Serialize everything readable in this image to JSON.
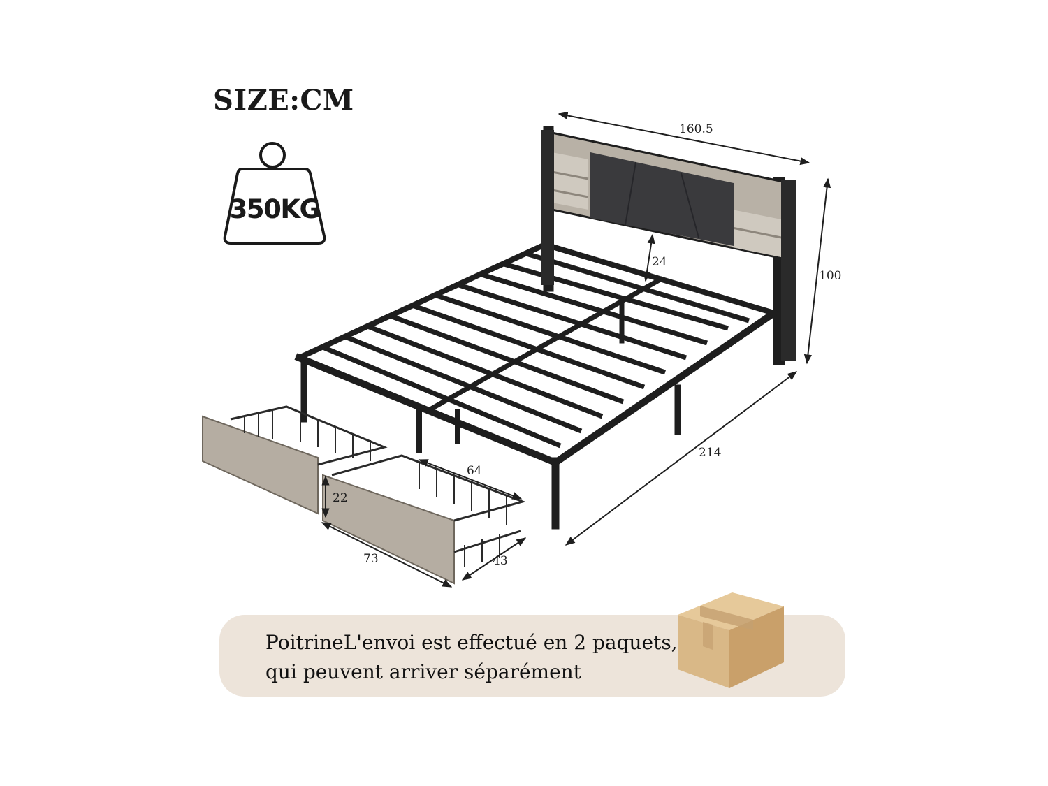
{
  "title": "SIZE:CM",
  "weight_badge": {
    "label": "350KG",
    "icon": "weight-icon"
  },
  "dimensions": {
    "headboard_width": "160.5",
    "total_height": "100",
    "headboard_cushion_height": "24",
    "bed_length": "214",
    "drawer_length": "64",
    "drawer_height": "22",
    "drawer_front_width": "73",
    "drawer_depth": "43"
  },
  "notice": {
    "line1": "PoitrineL'envoi est effectué en 2 paquets,",
    "line2": "qui peuvent arriver séparément",
    "icon": "cardboard-box-icon"
  },
  "colors": {
    "frame": "#1e1e1e",
    "wood": "#b8b1a6",
    "cushion": "#3a3a3d",
    "banner": "#ede4da",
    "box": "#d9b887"
  }
}
